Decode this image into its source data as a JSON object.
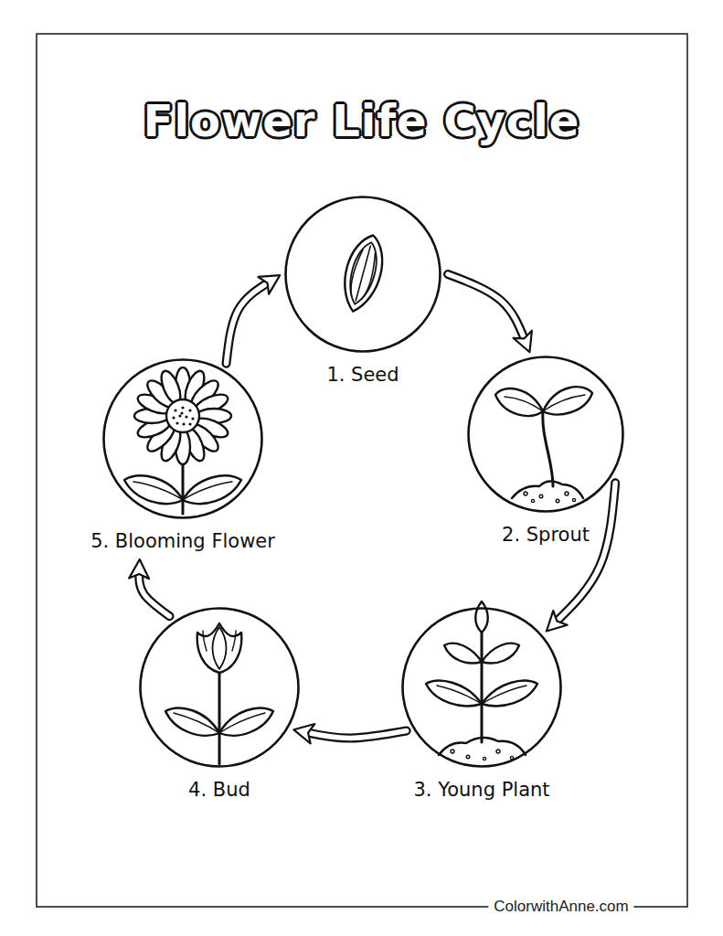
{
  "diagram": {
    "title": "Flower Life Cycle",
    "nodes": [
      {
        "text": [
          "1. Seed"
        ]
      },
      {
        "text": [
          "2. Sprout"
        ]
      },
      {
        "text": [
          "3. Young Plant"
        ]
      },
      {
        "text": [
          "4. Bud"
        ]
      },
      {
        "text": [
          "5. Blooming Flower"
        ]
      }
    ],
    "edges": [
      {
        "from": 0,
        "to": 1,
        "arrow": "to"
      },
      {
        "from": 1,
        "to": 2,
        "arrow": "to"
      },
      {
        "from": 2,
        "to": 3,
        "arrow": "to"
      },
      {
        "from": 3,
        "to": 4,
        "arrow": "to"
      },
      {
        "from": 4,
        "to": 0,
        "arrow": "to"
      }
    ],
    "labels": [
      "ColorwithAnne.com"
    ]
  }
}
